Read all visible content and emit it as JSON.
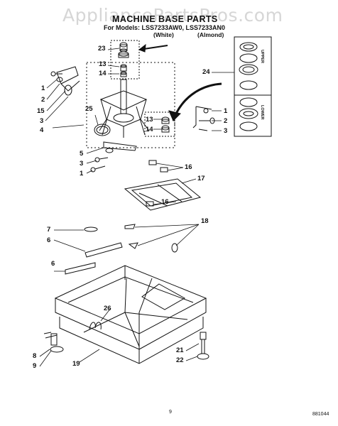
{
  "header": {
    "watermark": "AppliancePartsPros.com",
    "title": "MACHINE BASE PARTS",
    "models": "For Models: LSS7233AW0, LSS7233AN0",
    "color_white": "(White)",
    "color_almond": "(Almond)"
  },
  "kit_labels": {
    "upper": "UPPER",
    "lower": "LOWER"
  },
  "callouts": {
    "c23": "23",
    "c13a": "13",
    "c14a": "14",
    "c1a": "1",
    "c2a": "2",
    "c15": "15",
    "c3a": "3",
    "c25": "25",
    "c4": "4",
    "c24": "24",
    "c1b": "1",
    "c2b": "2",
    "c3b": "3",
    "c13b": "13",
    "c14b": "14",
    "c5": "5",
    "c3c": "3",
    "c1c": "1",
    "c16a": "16",
    "c17": "17",
    "c16b": "16",
    "c18": "18",
    "c7": "7",
    "c6a": "6",
    "c6b": "6",
    "c26": "26",
    "c8": "8",
    "c9": "9",
    "c19": "19",
    "c21": "21",
    "c22": "22"
  },
  "footer": {
    "page": "9",
    "code": "881044"
  }
}
